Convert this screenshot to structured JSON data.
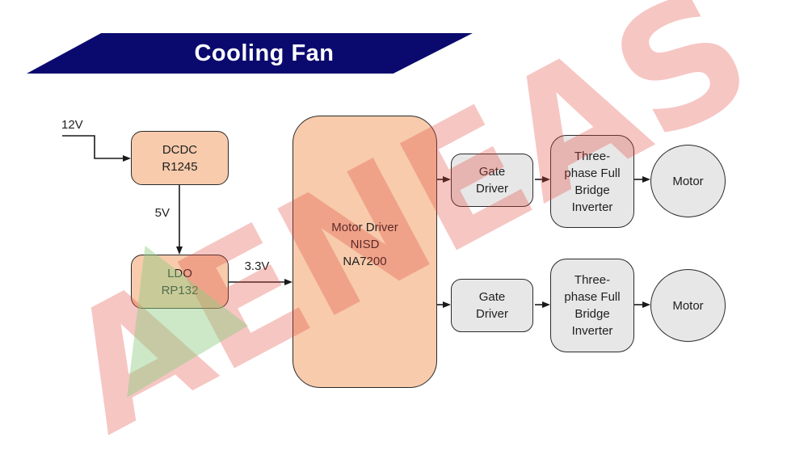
{
  "banner": {
    "title": "Cooling Fan"
  },
  "watermark": {
    "text": "AENEAS"
  },
  "colors": {
    "banner_navy": "#0A0A6E",
    "block_peach": "#F7CBAC",
    "block_gray": "#E8E7E7",
    "outline_dark": "#2A2A2A",
    "watermark_red": "#E2453C",
    "watermark_green": "#8FCC80"
  },
  "net_labels": {
    "input": "12V",
    "dcdc_out": "5V",
    "ldo_out": "3.3V"
  },
  "blocks": {
    "dcdc": "DCDC\nR1245",
    "ldo": "LDO\nRP132",
    "motor_driver": "Motor Driver\nNISD\nNA7200",
    "gate_driver_top": "Gate\nDriver",
    "gate_driver_bottom": "Gate\nDriver",
    "inverter_top": "Three-\nphase Full\nBridge\nInverter",
    "inverter_bottom": "Three-\nphase Full\nBridge\nInverter",
    "motor_top": "Motor",
    "motor_bottom": "Motor"
  }
}
